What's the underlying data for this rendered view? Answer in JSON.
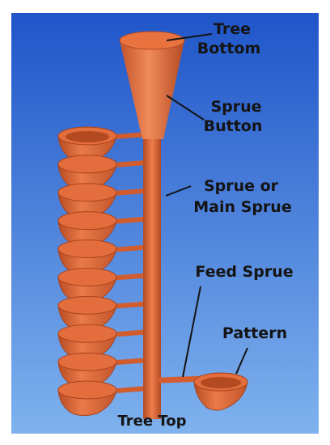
{
  "colors": {
    "background_top": "#1f55c9",
    "background_bottom": "#7fb2ee",
    "wax": "#e0683a",
    "wax_dark": "#b44a22",
    "wax_light": "#f08a5a",
    "label": "#141414"
  },
  "labels": {
    "tree_bottom_line1": "Tree",
    "tree_bottom_line2": "Bottom",
    "sprue_button_line1": "Sprue",
    "sprue_button_line2": "Button",
    "main_sprue_line1": "Sprue or",
    "main_sprue_line2": "Main Sprue",
    "feed_sprue": "Feed Sprue",
    "pattern": "Pattern",
    "tree_top": "Tree Top"
  },
  "pattern_count": 10
}
